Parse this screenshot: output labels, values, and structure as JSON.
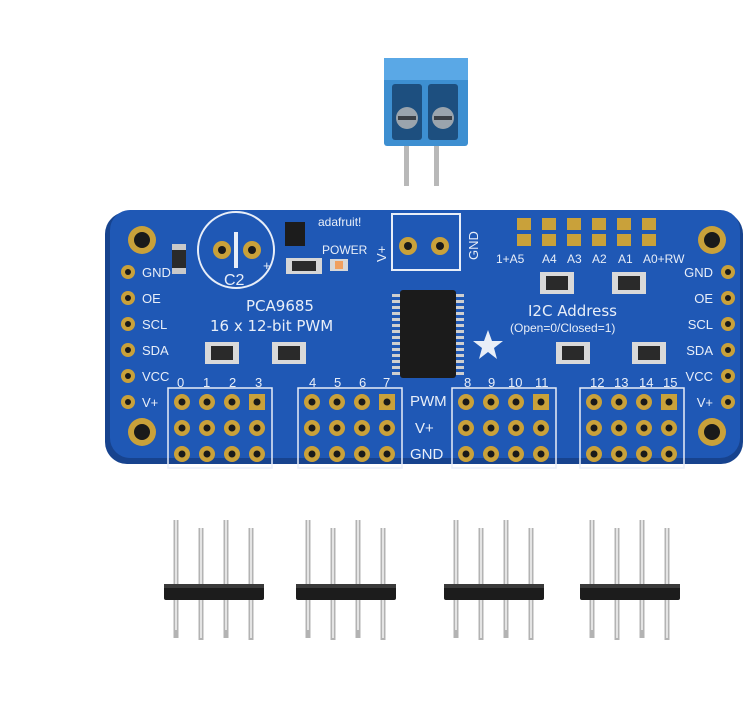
{
  "board": {
    "brand": "adafruit!",
    "chip_name": "PCA9685",
    "chip_desc": "16 x 12-bit PWM",
    "cap_label": "C2",
    "power_label": "POWER",
    "vplus_label": "V+",
    "gnd_label": "GND",
    "addr_pins": [
      "1+A5",
      "A4",
      "A3",
      "A2",
      "A1",
      "A0+RW"
    ],
    "i2c_title": "I2C Address",
    "i2c_sub": "(Open=0/Closed=1)",
    "left_pins": [
      "GND",
      "OE",
      "SCL",
      "SDA",
      "VCC",
      "V+"
    ],
    "right_pins": [
      "GND",
      "OE",
      "SCL",
      "SDA",
      "VCC",
      "V+"
    ],
    "channels": [
      "0",
      "1",
      "2",
      "3",
      "4",
      "5",
      "6",
      "7",
      "8",
      "9",
      "10",
      "11",
      "12",
      "13",
      "14",
      "15"
    ],
    "row_labels": [
      "PWM",
      "V+",
      "GND"
    ]
  },
  "colors": {
    "pcb": "#1f58b5",
    "pcb_dark": "#17438e",
    "silk": "#e8eef8",
    "gold": "#c9a13a",
    "terminal": "#3d8fd1"
  }
}
